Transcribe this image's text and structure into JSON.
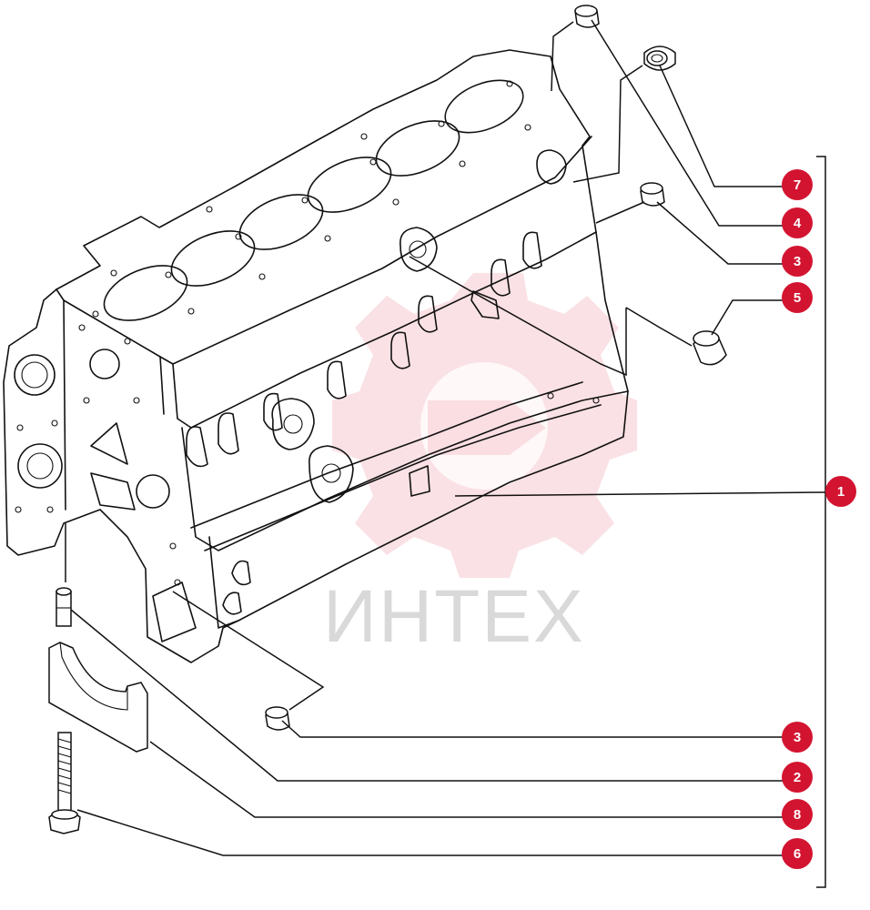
{
  "watermark": {
    "text": "ИНТЕХ"
  },
  "callouts": [
    {
      "id": "7",
      "label": "7"
    },
    {
      "id": "4",
      "label": "4"
    },
    {
      "id": "3a",
      "label": "3"
    },
    {
      "id": "5",
      "label": "5"
    },
    {
      "id": "1",
      "label": "1"
    },
    {
      "id": "3b",
      "label": "3"
    },
    {
      "id": "2",
      "label": "2"
    },
    {
      "id": "8",
      "label": "8"
    },
    {
      "id": "6",
      "label": "6"
    }
  ],
  "colors": {
    "badge": "#d31431",
    "watermark_gear": "#f6c9cf",
    "watermark_text": "#d9d9d9",
    "line": "#111111"
  }
}
